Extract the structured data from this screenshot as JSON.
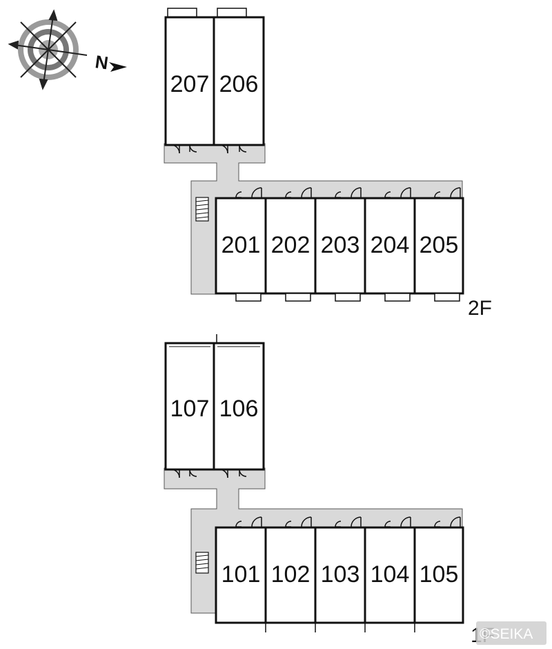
{
  "compass": {
    "north_label": "N",
    "icon": "compass-rose-icon"
  },
  "floors": [
    {
      "id": "2F",
      "label": "2F",
      "upper_units": [
        "207",
        "206"
      ],
      "lower_units": [
        "201",
        "202",
        "203",
        "204",
        "205"
      ]
    },
    {
      "id": "1F",
      "label": "1F",
      "upper_units": [
        "107",
        "106"
      ],
      "lower_units": [
        "101",
        "102",
        "103",
        "104",
        "105"
      ]
    }
  ],
  "watermark": "©SEIKA",
  "colors": {
    "walls": "#111111",
    "corridor": "#d9d9d9",
    "background": "#ffffff"
  }
}
